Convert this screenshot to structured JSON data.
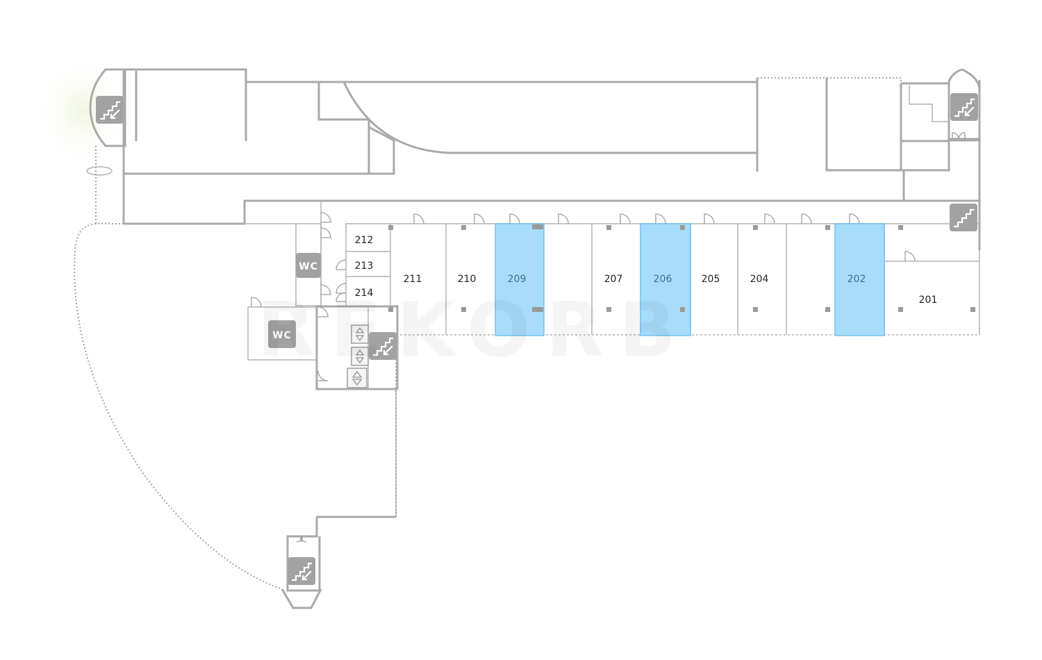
{
  "floor_plan": {
    "watermark": "REKORB",
    "rooms": [
      {
        "number": "212",
        "highlighted": false
      },
      {
        "number": "213",
        "highlighted": false
      },
      {
        "number": "214",
        "highlighted": false
      },
      {
        "number": "211",
        "highlighted": false
      },
      {
        "number": "210",
        "highlighted": false
      },
      {
        "number": "209",
        "highlighted": true
      },
      {
        "number": "207",
        "highlighted": false
      },
      {
        "number": "206",
        "highlighted": true
      },
      {
        "number": "205",
        "highlighted": false
      },
      {
        "number": "204",
        "highlighted": false
      },
      {
        "number": "202",
        "highlighted": true
      },
      {
        "number": "201",
        "highlighted": false
      }
    ],
    "wc_labels": [
      "WC",
      "WC"
    ],
    "icons": {
      "stairs": "stairs-icon",
      "elevator": "elevator-icon",
      "wc": "wc-icon",
      "door": "door-icon",
      "pillar": "pillar-marker"
    },
    "colors": {
      "highlight_fill": "#a8dcfb",
      "highlight_stroke": "#74c0ee",
      "wall": "#a9a9a9",
      "icon": "#a2a2a2"
    }
  }
}
